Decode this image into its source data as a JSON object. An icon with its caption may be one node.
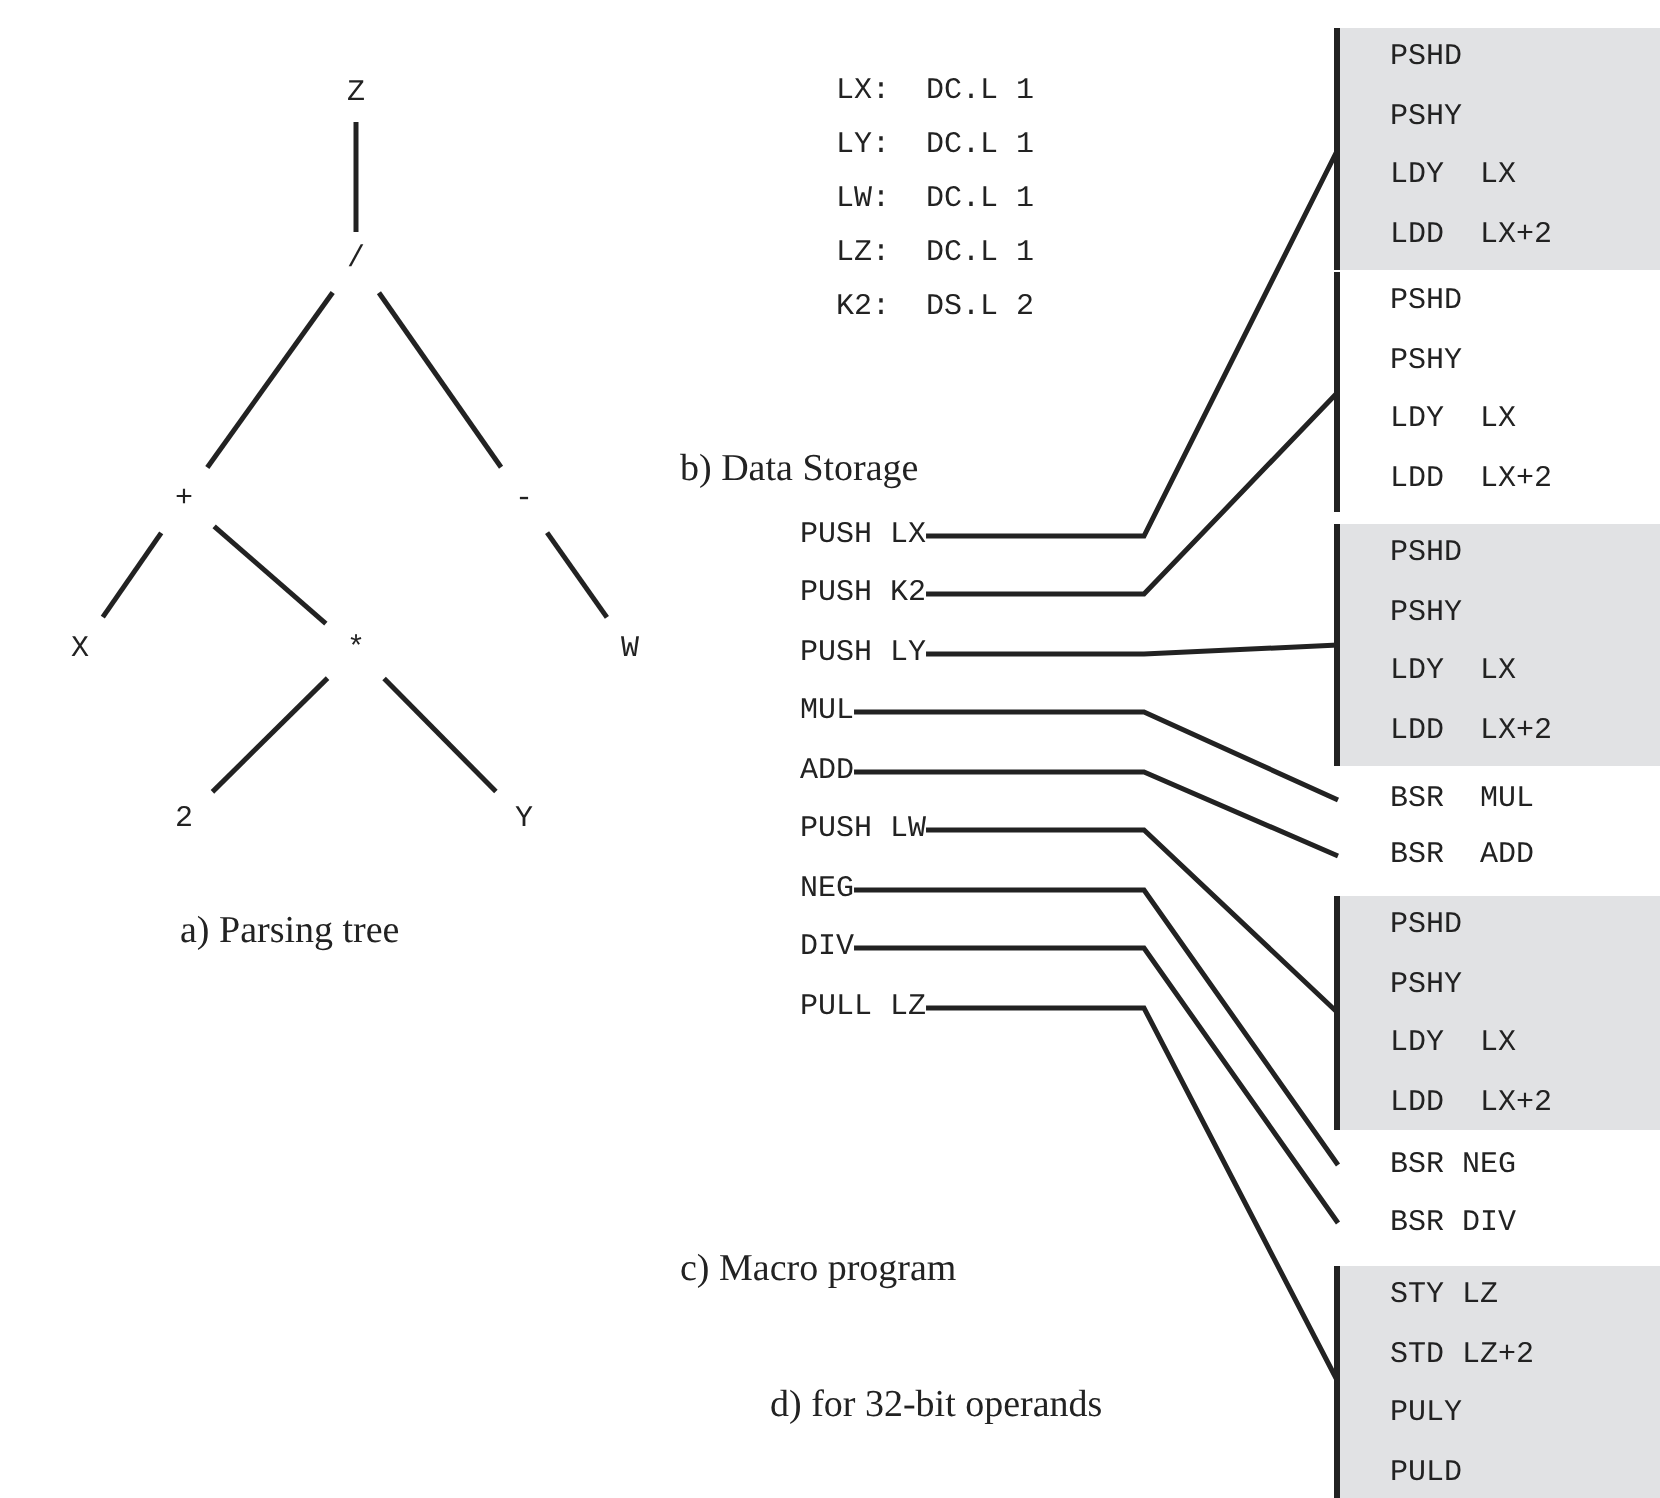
{
  "diagram": {
    "nodes": [
      {
        "text": [
          "Z"
        ]
      },
      {
        "text": [
          "/"
        ]
      },
      {
        "text": [
          "+"
        ]
      },
      {
        "text": [
          "-"
        ]
      },
      {
        "text": [
          "X"
        ]
      },
      {
        "text": [
          "*"
        ]
      },
      {
        "text": [
          "W"
        ]
      },
      {
        "text": [
          "2"
        ]
      },
      {
        "text": [
          "Y"
        ]
      },
      {
        "text": [
          "PUSH LX"
        ]
      },
      {
        "text": [
          "PUSH K2"
        ]
      },
      {
        "text": [
          "PUSH LY"
        ]
      },
      {
        "text": [
          "MUL"
        ]
      },
      {
        "text": [
          "ADD"
        ]
      },
      {
        "text": [
          "PUSH LW"
        ]
      },
      {
        "text": [
          "NEG"
        ]
      },
      {
        "text": [
          "DIV"
        ]
      },
      {
        "text": [
          "PULL LZ"
        ]
      },
      {
        "text": [
          "PSHD",
          "PSHY",
          "LDY  LX",
          "LDD  LX+2"
        ]
      },
      {
        "text": [
          "PSHD",
          "PSHY",
          "LDY  LX",
          "LDD  LX+2"
        ]
      },
      {
        "text": [
          "PSHD",
          "PSHY",
          "LDY  LX",
          "LDD  LX+2"
        ]
      },
      {
        "text": [
          "BSR  MUL"
        ]
      },
      {
        "text": [
          "BSR  ADD"
        ]
      },
      {
        "text": [
          "PSHD",
          "PSHY",
          "LDY  LX",
          "LDD  LX+2"
        ]
      },
      {
        "text": [
          "BSR NEG"
        ]
      },
      {
        "text": [
          "BSR DIV"
        ]
      },
      {
        "text": [
          "STY LZ",
          "STD LZ+2",
          "PULY",
          "PULD"
        ]
      }
    ],
    "edges": [
      {
        "from": 0,
        "to": 1,
        "arrow": "none"
      },
      {
        "from": 1,
        "to": 2,
        "arrow": "none"
      },
      {
        "from": 1,
        "to": 3,
        "arrow": "none"
      },
      {
        "from": 2,
        "to": 4,
        "arrow": "none"
      },
      {
        "from": 2,
        "to": 5,
        "arrow": "none"
      },
      {
        "from": 3,
        "to": 6,
        "arrow": "none"
      },
      {
        "from": 5,
        "to": 7,
        "arrow": "none"
      },
      {
        "from": 5,
        "to": 8,
        "arrow": "none"
      },
      {
        "from": 9,
        "to": 18,
        "arrow": "none"
      },
      {
        "from": 10,
        "to": 19,
        "arrow": "none"
      },
      {
        "from": 11,
        "to": 20,
        "arrow": "none"
      },
      {
        "from": 12,
        "to": 21,
        "arrow": "none"
      },
      {
        "from": 13,
        "to": 22,
        "arrow": "none"
      },
      {
        "from": 14,
        "to": 23,
        "arrow": "none"
      },
      {
        "from": 15,
        "to": 24,
        "arrow": "none"
      },
      {
        "from": 16,
        "to": 25,
        "arrow": "none"
      },
      {
        "from": 17,
        "to": 26,
        "arrow": "none"
      }
    ],
    "labels": [
      "LX:  DC.L 1",
      "LY:  DC.L 1",
      "LW:  DC.L 1",
      "LZ:  DC.L 1",
      "K2:  DS.L 2",
      "b) Data Storage",
      "a) Parsing tree",
      "c) Macro program",
      "d) for 32-bit operands"
    ]
  }
}
